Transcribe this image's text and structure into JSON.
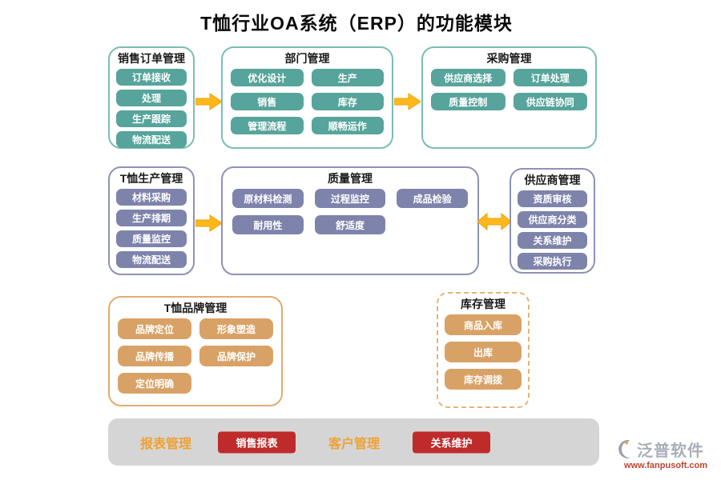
{
  "title": "T恤行业OA系统（ERP）的功能模块",
  "colors": {
    "teal_button": "#56A49B",
    "teal_border": "#7CBDB3",
    "purple_button": "#7E83AB",
    "purple_border": "#8E92B7",
    "orange_button": "#D8A266",
    "orange_border": "#E3AC6F",
    "red_button": "#BF2B2B",
    "arrow_yellow": "#FFB81C",
    "bar_background": "#D5D5D5",
    "bar_label_orange": "#F0A132"
  },
  "modules": {
    "sales_order": {
      "title": "销售订单管理",
      "items": [
        "订单接收",
        "处理",
        "生产跟踪",
        "物流配送"
      ]
    },
    "department": {
      "title": "部门管理",
      "items": [
        "优化设计",
        "生产",
        "销售",
        "库存",
        "管理流程",
        "顺畅运作"
      ]
    },
    "purchase": {
      "title": "采购管理",
      "items": [
        "供应商选择",
        "订单处理",
        "质量控制",
        "供应链协同"
      ]
    },
    "production": {
      "title": "T恤生产管理",
      "items": [
        "材料采购",
        "生产排期",
        "质量监控",
        "物流配送"
      ]
    },
    "quality": {
      "title": "质量管理",
      "items": [
        "原材料检测",
        "过程监控",
        "成品检验",
        "耐用性",
        "舒适度"
      ]
    },
    "supplier": {
      "title": "供应商管理",
      "items": [
        "资质审核",
        "供应商分类",
        "关系维护",
        "采购执行"
      ]
    },
    "brand": {
      "title": "T恤品牌管理",
      "items": [
        "品牌定位",
        "形象塑造",
        "品牌传播",
        "品牌保护",
        "定位明确"
      ]
    },
    "inventory": {
      "title": "库存管理",
      "items": [
        "商品入库",
        "出库",
        "库存调拨"
      ]
    }
  },
  "bottom_bar": {
    "report_label": "报表管理",
    "report_button": "销售报表",
    "customer_label": "客户管理",
    "customer_button": "关系维护"
  },
  "logo": {
    "name": "泛普软件",
    "url": "www.fanpusoft.com"
  }
}
